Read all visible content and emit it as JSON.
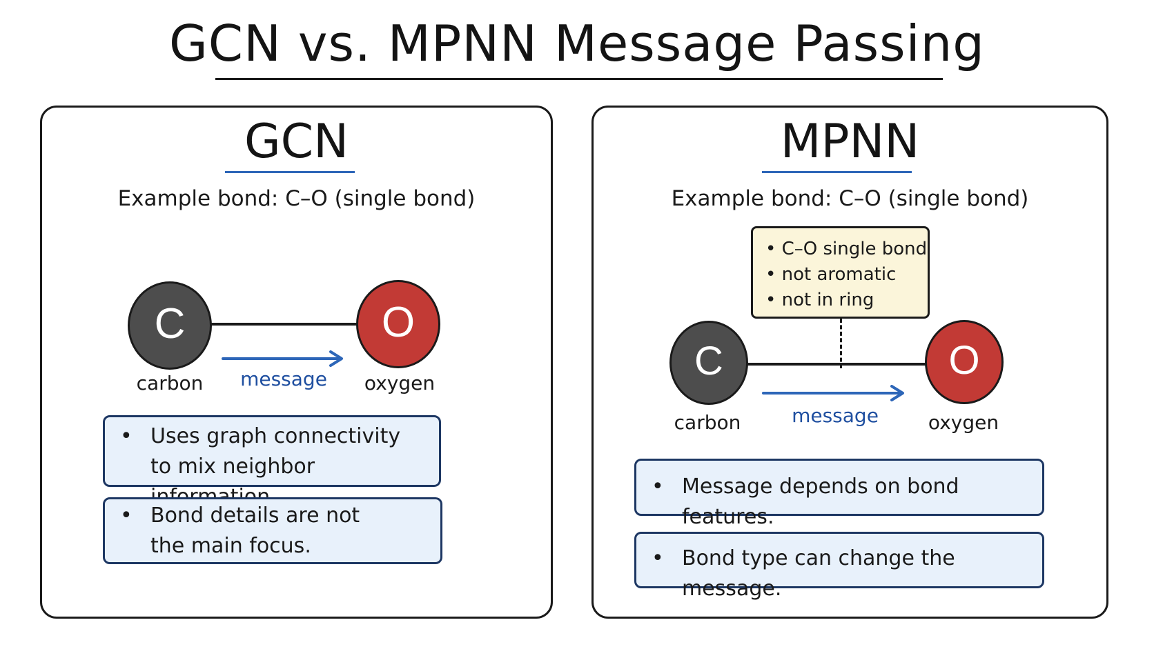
{
  "title": "GCN vs. MPNN Message Passing",
  "colors": {
    "carbon": "#4d4d4d",
    "oxygen": "#c23a35",
    "message_arrow": "#2d66b8",
    "info_box_fill": "#e8f1fb",
    "feature_box_fill": "#fbf5da"
  },
  "gcn": {
    "heading": "GCN",
    "example": "Example bond: C–O (single bond)",
    "atoms": {
      "left_symbol": "C",
      "left_name": "carbon",
      "right_symbol": "O",
      "right_name": "oxygen"
    },
    "message_label": "message",
    "notes": [
      "Uses graph connectivity\nto mix neighbor information.",
      "Bond details are not\nthe main focus."
    ]
  },
  "mpnn": {
    "heading": "MPNN",
    "example": "Example bond: C–O (single bond)",
    "bond_features": [
      "C–O single bond",
      "not aromatic",
      "not in ring"
    ],
    "atoms": {
      "left_symbol": "C",
      "left_name": "carbon",
      "right_symbol": "O",
      "right_name": "oxygen"
    },
    "message_label": "message",
    "notes": [
      "Message depends on bond features.",
      "Bond type can change the message."
    ]
  }
}
